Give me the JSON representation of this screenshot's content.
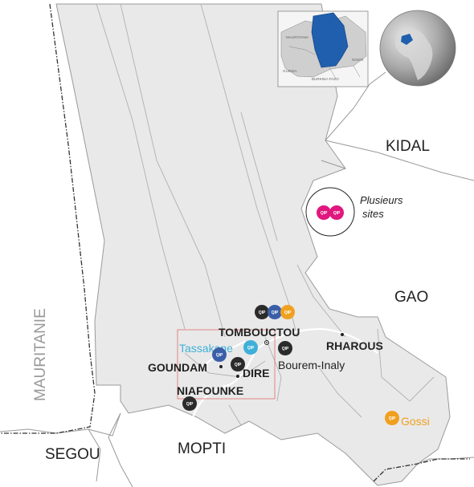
{
  "regions": {
    "kidal": "KIDAL",
    "gao": "GAO",
    "mopti": "MOPTI",
    "segou": "SEGOU",
    "mauritanie": "MAURITANIE"
  },
  "cities": {
    "tombouctou": "TOMBOUCTOU",
    "goundam": "GOUNDAM",
    "dire": "DIRE",
    "niafounke": "NIAFOUNKE",
    "rharous": "RHAROUS",
    "tassakane": "Tassakane",
    "bourem_inaly": "Bourem-Inaly",
    "gossi": "Gossi"
  },
  "callout": {
    "line1": "Plusieurs",
    "line2": "sites"
  },
  "inset": {
    "mauritania": "MAURITANIA",
    "niger": "NIGER",
    "burkina_faso": "BURKINA FASO",
    "guinea": "GUINEA"
  },
  "marker_label": "QIP",
  "colors": {
    "qip_black": "#2b2b2b",
    "qip_blue": "#3a5fa8",
    "qip_orange": "#f0a020",
    "qip_magenta": "#e0177e",
    "qip_cyan": "#3fb0d8",
    "region_fill": "#e9e9e9",
    "mali_highlight": "#1f5fae",
    "zoom_box": "#e07a7a"
  },
  "icons": [
    "map-pin-icon",
    "globe-icon"
  ]
}
